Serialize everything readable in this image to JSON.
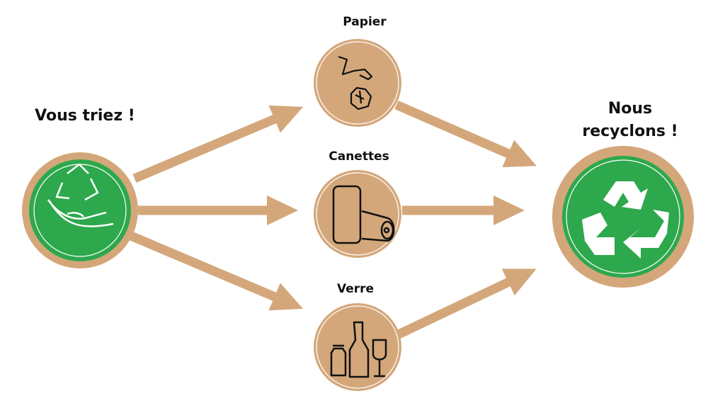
{
  "colors": {
    "tan": "#d4a77a",
    "green": "#2ea84d",
    "ink": "#111111"
  },
  "source": {
    "title": "Vous triez !",
    "icon": "hand-recycle-icon"
  },
  "categories": [
    {
      "label": "Papier",
      "icon": "paper-hand-icon"
    },
    {
      "label": "Canettes",
      "icon": "cans-icon"
    },
    {
      "label": "Verre",
      "icon": "glass-bottles-icon"
    }
  ],
  "target": {
    "title_line1": "Nous",
    "title_line2": "recyclons !",
    "icon": "recycle-icon"
  }
}
